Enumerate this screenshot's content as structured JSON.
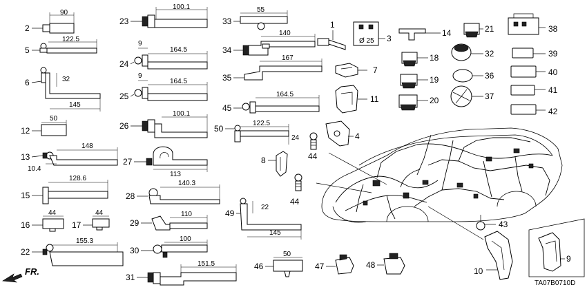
{
  "diagram": {
    "code": "TA07B0710D",
    "front_label": "FR.",
    "callouts": {
      "c2": "2",
      "c3": "3",
      "c4": "4",
      "c5": "5",
      "c6": "6",
      "c7": "7",
      "c8": "8",
      "c9": "9",
      "c10": "10",
      "c11": "11",
      "c12": "12",
      "c13": "13",
      "c14": "14",
      "c15": "15",
      "c16": "16",
      "c17": "17",
      "c18": "18",
      "c19": "19",
      "c20": "20",
      "c21": "21",
      "c22": "22",
      "c23": "23",
      "c24": "24",
      "c25": "25",
      "c26": "26",
      "c27": "27",
      "c28": "28",
      "c29": "29",
      "c30": "30",
      "c31": "31",
      "c32": "32",
      "c33": "33",
      "c34": "34",
      "c35": "35",
      "c36": "36",
      "c37": "37",
      "c38": "38",
      "c39": "39",
      "c40": "40",
      "c41": "41",
      "c42": "42",
      "c43": "43",
      "c44a": "44",
      "c44b": "44",
      "c45": "45",
      "c46": "46",
      "c47": "47",
      "c48": "48",
      "c49": "49",
      "c50": "50",
      "c1": "1"
    },
    "dimensions": {
      "d2": "90",
      "d5": "122.5",
      "d6a": "32",
      "d6b": "145",
      "d12": "50",
      "d13a": "148",
      "d13b": "10.4",
      "d15": "128.6",
      "d16": "44",
      "d17": "44",
      "d22": "155.3",
      "d23": "100.1",
      "d24a": "9",
      "d24b": "164.5",
      "d25a": "9",
      "d25b": "164.5",
      "d26": "100.1",
      "d27": "113",
      "d28": "140.3",
      "d29": "110",
      "d30": "100",
      "d31": "151.5",
      "d33": "55",
      "d34": "140",
      "d35": "167",
      "d45": "164.5",
      "d50a": "122.5",
      "d50b": "24",
      "d49a": "22",
      "d49b": "145",
      "d46": "50",
      "d3": "Ø 25"
    }
  }
}
